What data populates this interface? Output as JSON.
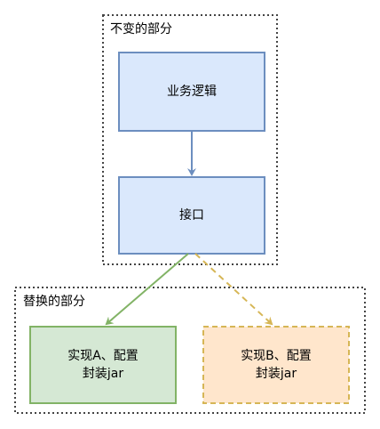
{
  "groups": {
    "fixed": {
      "label": "不变的部分"
    },
    "replace": {
      "label": "替换的部分"
    }
  },
  "nodes": {
    "business": {
      "label": "业务逻辑"
    },
    "interface": {
      "label": "接口"
    },
    "implA": {
      "line1": "实现A、配置",
      "line2": "封装jar"
    },
    "implB": {
      "line1": "实现B、配置",
      "line2": "封装jar"
    }
  },
  "colors": {
    "blue_fill": "#dae8fc",
    "blue_stroke": "#6c8ebf",
    "green_fill": "#d5e8d4",
    "green_stroke": "#82b366",
    "orange_fill": "#ffe6cc",
    "orange_stroke": "#d6b656",
    "group_stroke": "#444444"
  }
}
